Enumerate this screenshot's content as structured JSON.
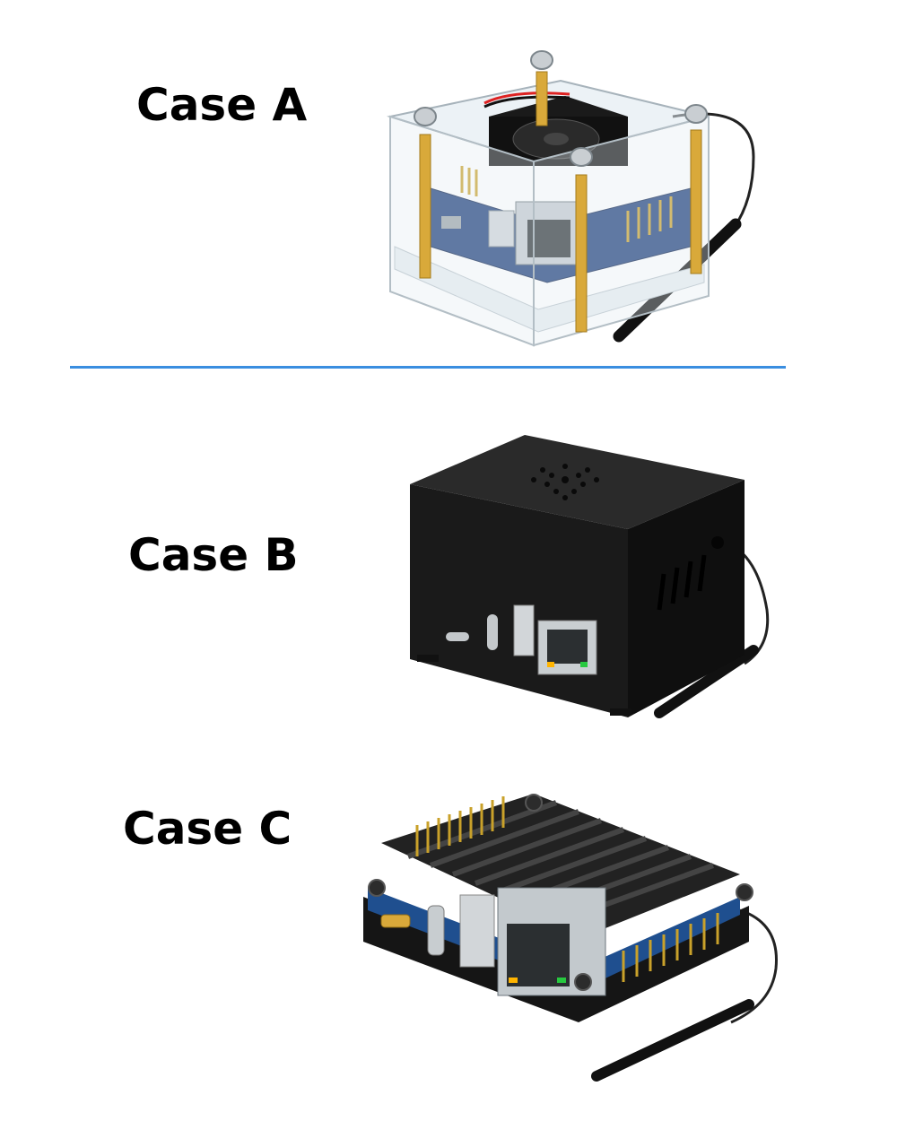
{
  "cases": [
    {
      "label": "Case A"
    },
    {
      "label": "Case B"
    },
    {
      "label": "Case C"
    }
  ],
  "colors": {
    "divider": "#3a8ee0",
    "label": "#000000"
  }
}
